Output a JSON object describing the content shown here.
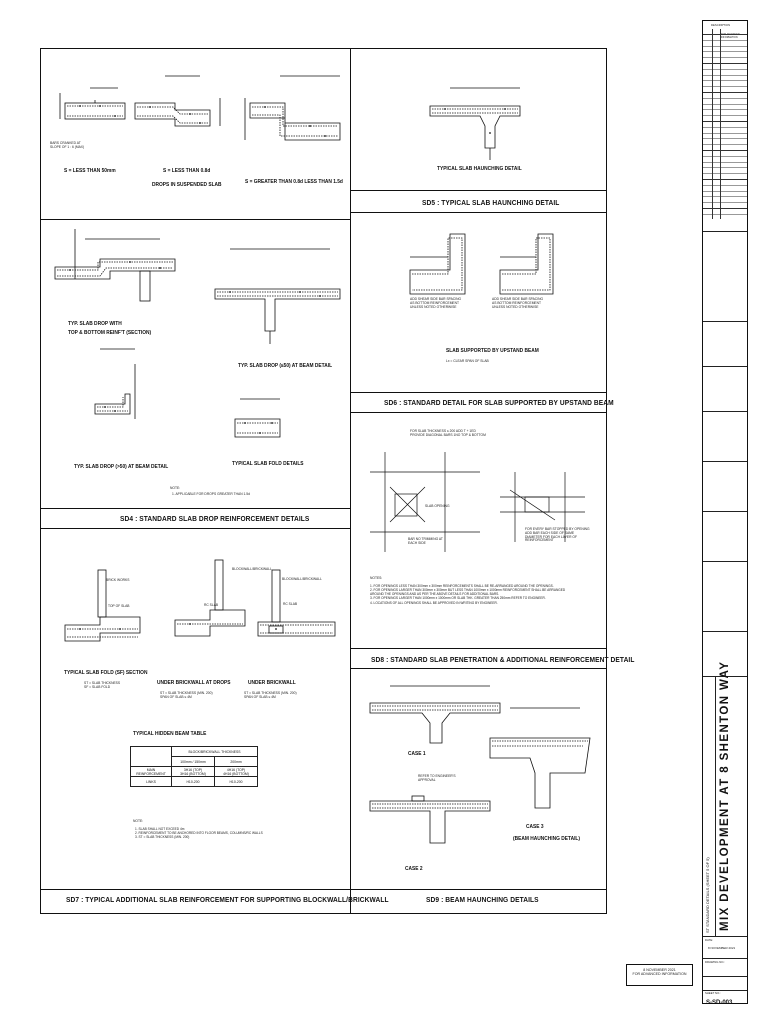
{
  "sheet": {
    "project_title": "MIX DEVELOPMENT AT 8 SHENTON WAY",
    "drawing_title": "ST STANDARD DETAILS (SHEET 5 OF 5)",
    "date_label": "DATE:",
    "date_value": "8 NOVEMBER 2021",
    "drawing_no_label": "DRAWING NO.:",
    "sheet_no_label": "SHEET NO.:",
    "sheet_no": "S-SD-003",
    "revision_header": "DESCRIPTION",
    "revision_entry": "FOR ADVANCED INFORMATION",
    "stamp_lines": [
      "8 NOVEMBER 2021",
      "FOR ADVANCED INFORMATION"
    ]
  },
  "panels": {
    "sd5": {
      "title": "SD5 : TYPICAL SLAB HAUNCHING DETAIL",
      "caption": "TYPICAL SLAB HAUNCHING DETAIL"
    },
    "step_details": {
      "s1": "S = LESS THAN 50mm",
      "s2a": "S = LESS THAN 0.8d",
      "s2b": "DROPS IN SUSPENDED SLAB",
      "s3": "S = GREATER THAN 0.8d LESS THAN 1.5d",
      "bars_note": "BARS CRANKED AT SLOPE OF 1 : 6 (MAX)"
    },
    "sd4": {
      "title": "SD4 : STANDARD SLAB DROP REINFORCEMENT DETAILS",
      "d1a": "TYP. SLAB DROP WITH",
      "d1b": "TOP & BOTTOM REINF'T (SECTION)",
      "d2": "TYP. SLAB DROP (≤50) AT BEAM DETAIL",
      "d3": "TYP. SLAB DROP (>50) AT BEAM DETAIL",
      "d4": "TYPICAL SLAB FOLD DETAILS",
      "note_label": "NOTE:",
      "note": "1. APPLICABLE FOR DROPS GREATER THAN 1.5d"
    },
    "sd6": {
      "title": "SD6 : STANDARD DETAIL FOR SLAB SUPPORTED BY UPSTAND BEAM",
      "caption": "SLAB SUPPORTED BY UPSTAND BEAM",
      "sub": "Lx = CLEAR SPAN OF SLAB",
      "note_left": "ADD SHEAR SIDE BAR SPACING AS BOTTOM REINFORCEMENT UNLESS NOTED OTHERWISE",
      "note_right": "ADD SHEAR SIDE BAR SPACING AS BOTTOM REINFORCEMENT UNLESS NOTED OTHERWISE"
    },
    "sd8": {
      "title": "SD8 : STANDARD SLAB PENETRATION & ADDITIONAL REINFORCEMENT DETAIL",
      "top_label": "FOR SLAB THICKNESS ≤ 200 ADD T + 1ED PROVIDE DIAGONAL BARS 1NO TOP & BOTTOM",
      "slab_opening": "SLAB OPENING",
      "bars_each_side": "BAR NO TRIMMING AT EACH SIDE",
      "trim_note": "FOR EVERY BAR STOPPED BY OPENING ADD BAR EACH SIDE OF SAME DIAMETER FOR EACH LAYER OF REINFORCEMENT",
      "notes_label": "NOTES:",
      "notes": [
        "1. FOR OPENINGS LESS THAN 300mm x 300mm REINFORCEMENTS SHALL BE RE-ARRANGED AROUND THE OPENINGS.",
        "2. FOR OPENINGS LARGER THAN 300mm x 300mm BUT LESS THAN 1000mm x 1000mm REINFORCEMENT SHALL BE ARRANGED AROUND THE OPENINGS AND AS PER THE ABOVE DETAILS FOR ADDITIONAL BARS.",
        "3. FOR OPENINGS LARGER THAN 1000mm x 1000mm OR SLAB THK. GREATER THAN 250mm REFER TO ENGINEER.",
        "4. LOCATIONS OF ALL OPENINGS SHALL BE APPROVED IN WRITING BY ENGINEER."
      ]
    },
    "sd7": {
      "title": "SD7 : TYPICAL ADDITIONAL SLAB REINFORCEMENT FOR SUPPORTING BLOCKWALL/BRICKWALL",
      "c1": "TYPICAL SLAB FOLD (SF) SECTION",
      "c1_sub": "ST = SLAB THICKNESS\nSF = SLAB FOLD",
      "c2": "UNDER BRICKWALL AT DROPS",
      "c2_sub": "ST = SLAB THICKNESS (MIN. 200)\nSPAN OF SLAB ≤ 4M",
      "c3": "UNDER BRICKWALL",
      "c3_sub": "ST = SLAB THICKNESS (MIN. 200)\nSPAN OF SLAB ≤ 4M",
      "brick_works": "BRICK WORKS",
      "blockwall": "BLOCKWALL/BRICKWALL",
      "rc_slab": "RC SLAB",
      "top_of_slab": "TOP OF SLAB",
      "table_title": "TYPICAL HIDDEN BEAM TABLE",
      "table_group": "BLOCK/BRICKWALL THICKNESS",
      "table_cols": [
        "100mm / 150mm",
        "200mm"
      ],
      "table_rows": [
        {
          "label": "MAIN REINFORCEMENT",
          "c1": "3H16 (TOP)\n3H16 (BOTTOM)",
          "c2": "4H16 (TOP)\n4H16 (BOTTOM)"
        },
        {
          "label": "LINKS",
          "c1": "H10-200",
          "c2": "H10-200"
        }
      ],
      "note_label": "NOTE:",
      "notes": [
        "1. SLAB SHALL NOT EXCEED 4m",
        "2. REINFORCEMENT TO BE ANCHORED INTO FLOOR BEAMS, COLUMNS/RC WALLS",
        "3. ST = SLAB THICKNESS (MIN. 200)"
      ]
    },
    "sd9": {
      "title": "SD9 : BEAM HAUNCHING DETAILS",
      "case1": "CASE 1",
      "case2": "CASE 2",
      "case3a": "CASE 3",
      "case3b": "(BEAM HAUNCHING DETAIL)",
      "approval": "REFER TO ENGINEER'S APPROVAL"
    }
  }
}
